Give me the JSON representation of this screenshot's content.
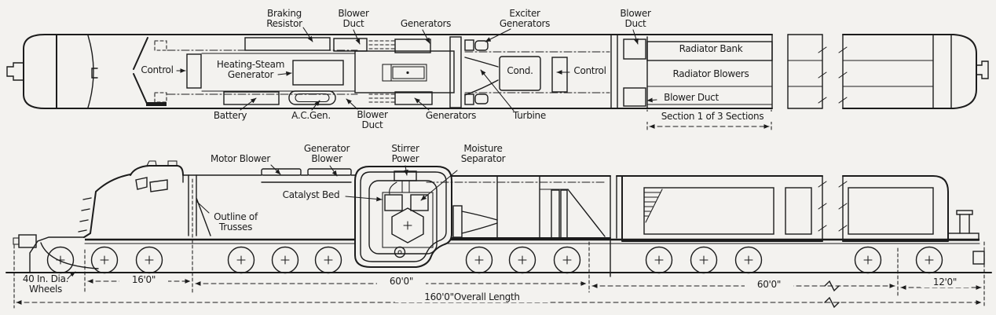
{
  "colors": {
    "background": "#f3f2ef",
    "ink": "#1c1c1c"
  },
  "top_view": {
    "labels": {
      "braking_resistor": "Braking Resistor",
      "blower_duct_top": "Blower Duct",
      "generators_top": "Generators",
      "exciter_generators": "Exciter Generators",
      "blower_duct_right": "Blower Duct",
      "control_front": "Control",
      "heating_steam_generator": "Heating-Steam Generator",
      "condenser": "Cond.",
      "control_rear": "Control",
      "radiator_bank": "Radiator Bank",
      "radiator_blowers": "Radiator Blowers",
      "blower_duct_radiator": "Blower Duct",
      "battery": "Battery",
      "ac_gen": "A.C.Gen.",
      "blower_duct_bottom": "Blower Duct",
      "generators_bottom": "Generators",
      "turbine": "Turbine",
      "section_note": "Section 1 of 3 Sections"
    }
  },
  "side_view": {
    "labels": {
      "motor_blower": "Motor Blower",
      "generator_blower": "Generator Blower",
      "stirrer_power": "Stirrer Power",
      "moisture_separator": "Moisture Separator",
      "catalyst_bed": "Catalyst Bed",
      "outline_of_trusses": "Outline of Trusses",
      "wheel_note": "40 In. Dia. Wheels"
    },
    "dimensions": {
      "nose_section": "16'0\"",
      "center_section": "60'0\"",
      "rear_section": "60'0\"",
      "tail_section": "12'0\"",
      "overall": "160'0\"Overall Length"
    }
  }
}
